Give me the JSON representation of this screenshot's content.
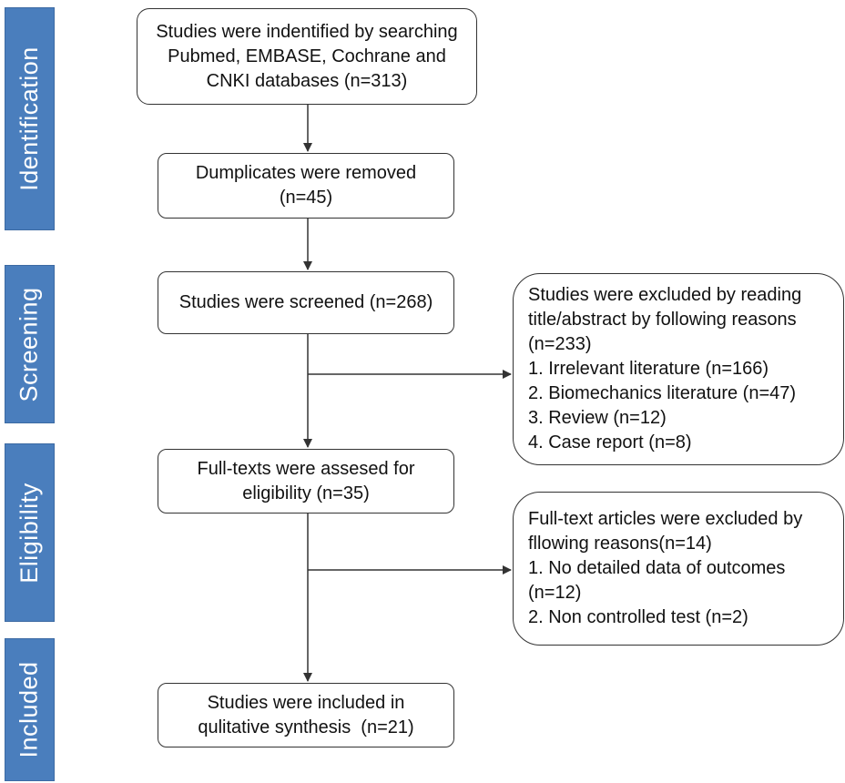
{
  "phases": {
    "identification": "Identification",
    "screening": "Screening",
    "eligibility": "Eligibility",
    "included": "Included"
  },
  "boxes": {
    "identified": [
      "Studies were indentified by searching",
      "Pubmed, EMBASE, Cochrane and",
      "CNKI databases (n=313)"
    ],
    "duplicates": [
      "Dumplicates were removed",
      "(n=45)"
    ],
    "screened": [
      "Studies were screened (n=268)"
    ],
    "excluded_abstract": [
      "Studies were excluded by reading",
      "title/abstract by following reasons",
      "(n=233)",
      "1. Irrelevant literature (n=166)",
      "2. Biomechanics literature (n=47)",
      "3. Review (n=12)",
      "4. Case report (n=8)"
    ],
    "fulltext": [
      "Full-texts were assesed for",
      "eligibility (n=35)"
    ],
    "excluded_fulltext": [
      "Full-text articles were excluded by",
      "fllowing reasons(n=14)",
      "1. No detailed data of outcomes",
      "(n=12)",
      "2. Non controlled test (n=2)"
    ],
    "included": [
      "Studies were included in",
      "qulitative synthesis  (n=21)"
    ]
  },
  "colors": {
    "phase_fill": "#4a7ebd",
    "phase_text": "#ffffff",
    "line": "#333333"
  }
}
